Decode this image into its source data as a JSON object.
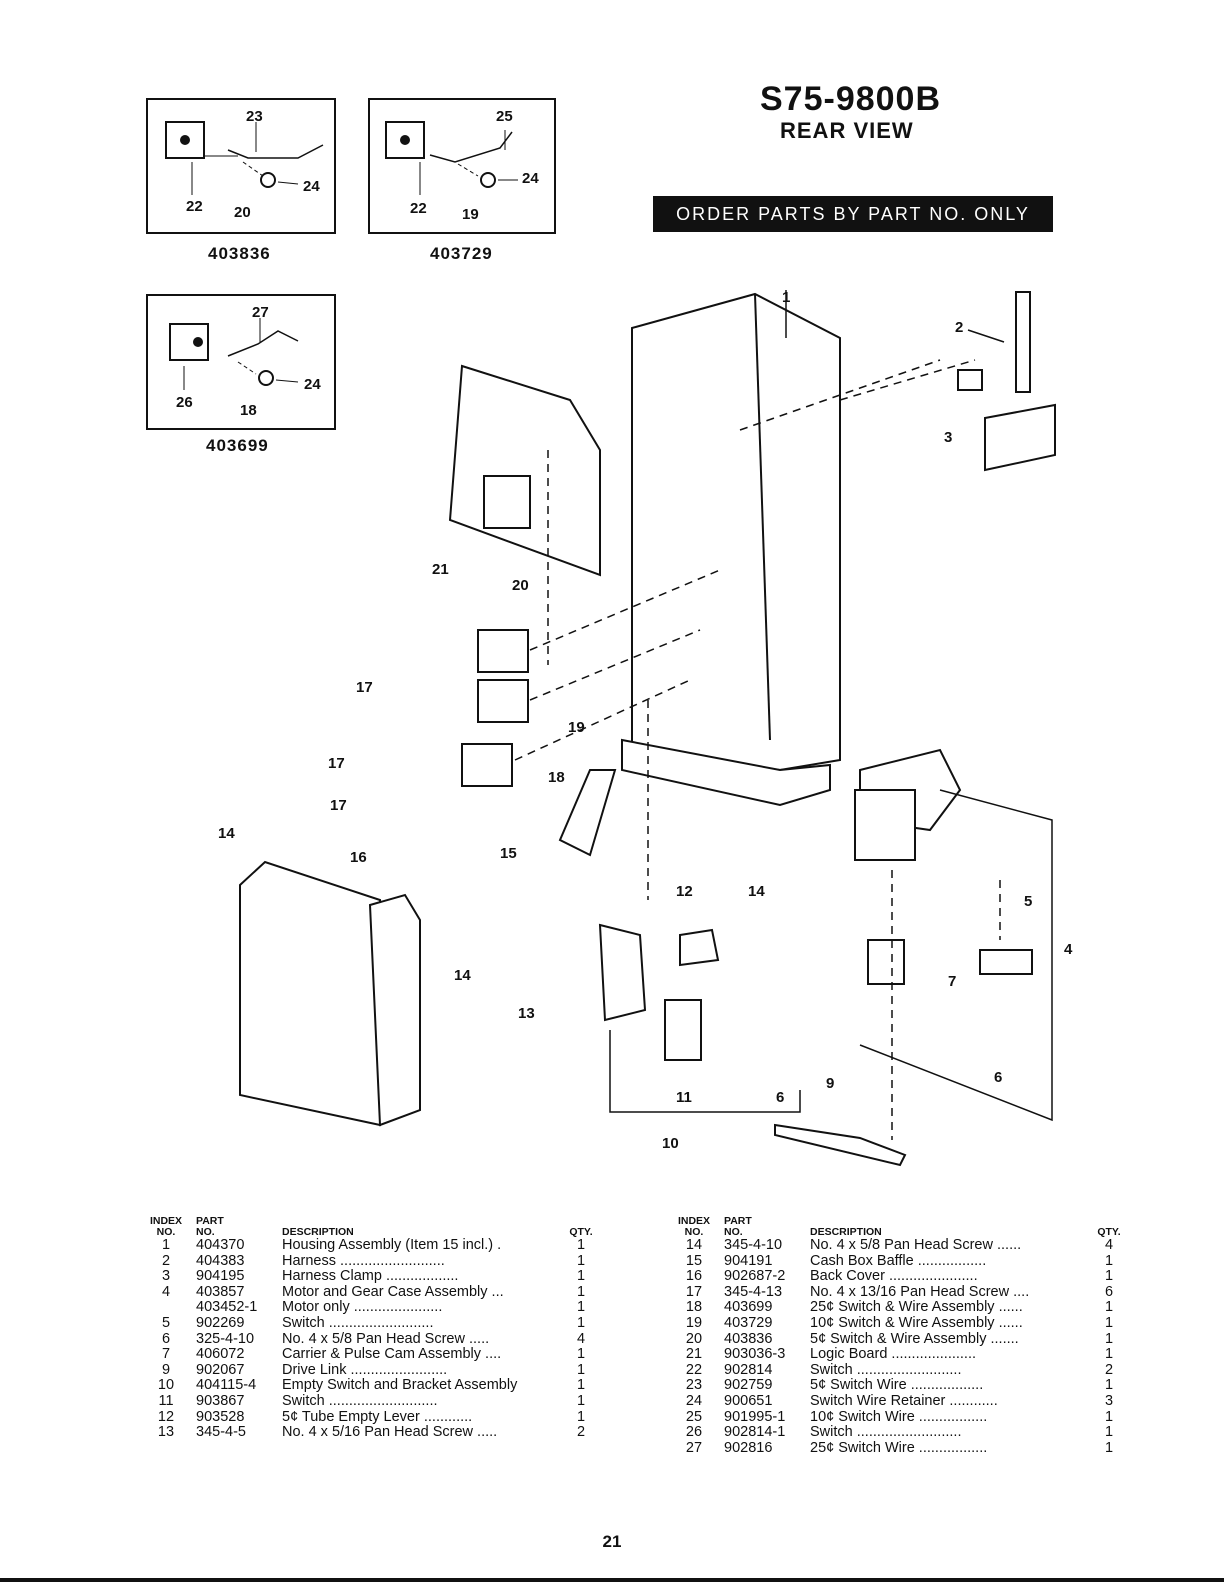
{
  "header": {
    "model": "S75-9800B",
    "view": "REAR VIEW",
    "order_notice": "ORDER PARTS BY PART NO. ONLY"
  },
  "insets": [
    {
      "part_no": "403836",
      "callouts": [
        "23",
        "24",
        "22",
        "20"
      ]
    },
    {
      "part_no": "403729",
      "callouts": [
        "25",
        "24",
        "22",
        "19"
      ]
    },
    {
      "part_no": "403699",
      "callouts": [
        "27",
        "24",
        "26",
        "18"
      ]
    }
  ],
  "diagram_callouts": [
    "1",
    "2",
    "3",
    "21",
    "20",
    "17",
    "19",
    "17",
    "18",
    "17",
    "14",
    "16",
    "15",
    "14",
    "12",
    "5",
    "4",
    "7",
    "13",
    "6",
    "11",
    "6",
    "9",
    "10",
    "14"
  ],
  "table": {
    "headers": {
      "index": [
        "INDEX",
        "NO."
      ],
      "part": [
        "PART",
        "NO."
      ],
      "description": "DESCRIPTION",
      "qty": "QTY."
    },
    "left": [
      {
        "index": "1",
        "part_no": "404370",
        "desc": "Housing Assembly (Item 15 incl.)  .",
        "qty": "1"
      },
      {
        "index": "2",
        "part_no": "404383",
        "desc": "Harness ..........................",
        "qty": "1"
      },
      {
        "index": "3",
        "part_no": "904195",
        "desc": "Harness Clamp ..................",
        "qty": "1"
      },
      {
        "index": "4",
        "part_no": "403857",
        "desc": "Motor and Gear Case Assembly ...",
        "qty": "1"
      },
      {
        "index": "",
        "part_no": "403452-1",
        "desc": " Motor only ......................",
        "qty": "1"
      },
      {
        "index": "5",
        "part_no": "902269",
        "desc": " Switch ..........................",
        "qty": "1"
      },
      {
        "index": "6",
        "part_no": "325-4-10",
        "desc": " No. 4 x 5/8 Pan Head Screw .....",
        "qty": "4"
      },
      {
        "index": "7",
        "part_no": "406072",
        "desc": " Carrier & Pulse Cam Assembly ....",
        "qty": "1"
      },
      {
        "index": "",
        "part_no": "",
        "desc": "",
        "qty": ""
      },
      {
        "index": "9",
        "part_no": "902067",
        "desc": "Drive Link ........................",
        "qty": "1"
      },
      {
        "index": "10",
        "part_no": "404115-4",
        "desc": "Empty Switch and Bracket Assembly",
        "qty": "1"
      },
      {
        "index": "11",
        "part_no": "903867",
        "desc": "Switch ...........................",
        "qty": "1"
      },
      {
        "index": "12",
        "part_no": "903528",
        "desc": "5¢ Tube Empty Lever ............",
        "qty": "1"
      },
      {
        "index": "13",
        "part_no": "345-4-5",
        "desc": "No. 4 x 5/16 Pan Head Screw .....",
        "qty": "2"
      }
    ],
    "right": [
      {
        "index": "14",
        "part_no": "345-4-10",
        "desc": "No. 4 x 5/8 Pan Head Screw ......",
        "qty": "4"
      },
      {
        "index": "15",
        "part_no": "904191",
        "desc": "Cash Box Baffle .................",
        "qty": "1"
      },
      {
        "index": "16",
        "part_no": "902687-2",
        "desc": "Back Cover ......................",
        "qty": "1"
      },
      {
        "index": "17",
        "part_no": "345-4-13",
        "desc": "No. 4 x 13/16 Pan Head Screw ....",
        "qty": "6"
      },
      {
        "index": "18",
        "part_no": "403699",
        "desc": "25¢ Switch & Wire Assembly ......",
        "qty": "1"
      },
      {
        "index": "19",
        "part_no": "403729",
        "desc": "10¢ Switch & Wire Assembly ......",
        "qty": "1"
      },
      {
        "index": "20",
        "part_no": "403836",
        "desc": "5¢ Switch & Wire Assembly .......",
        "qty": "1"
      },
      {
        "index": "21",
        "part_no": "903036-3",
        "desc": "Logic Board .....................",
        "qty": "1"
      },
      {
        "index": "22",
        "part_no": "902814",
        "desc": "Switch ..........................",
        "qty": "2"
      },
      {
        "index": "23",
        "part_no": "902759",
        "desc": "5¢ Switch Wire ..................",
        "qty": "1"
      },
      {
        "index": "24",
        "part_no": "900651",
        "desc": "Switch Wire Retainer ............",
        "qty": "3"
      },
      {
        "index": "25",
        "part_no": "901995-1",
        "desc": "10¢ Switch Wire .................",
        "qty": "1"
      },
      {
        "index": "26",
        "part_no": "902814-1",
        "desc": "Switch ..........................",
        "qty": "1"
      },
      {
        "index": "27",
        "part_no": "902816",
        "desc": "25¢ Switch Wire .................",
        "qty": "1"
      }
    ]
  },
  "page_number": "21"
}
